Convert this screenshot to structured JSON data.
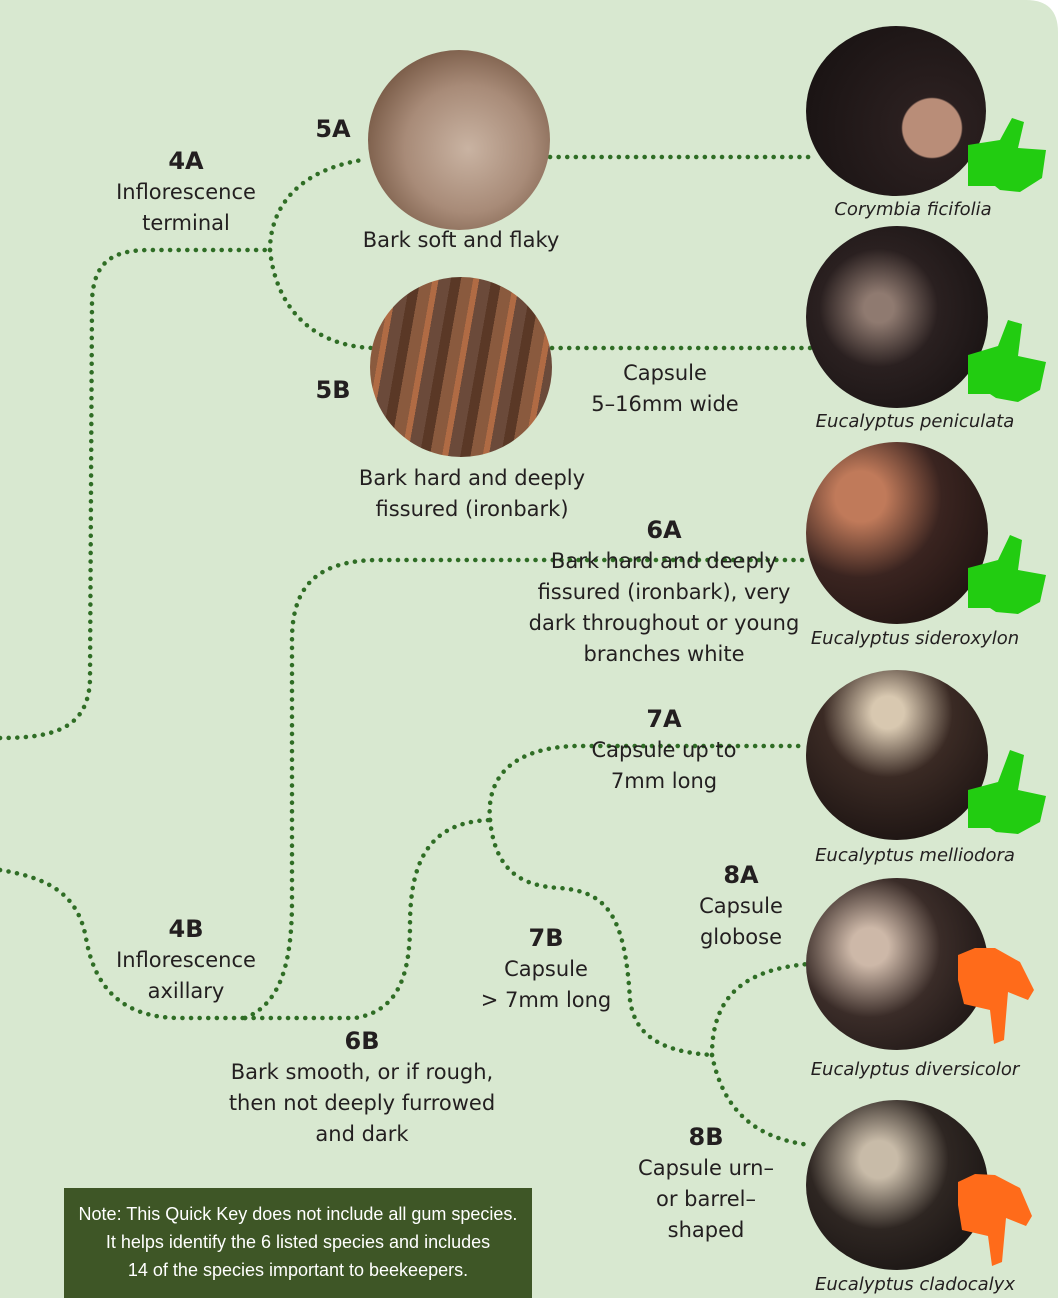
{
  "colors": {
    "background": "#d8e8d0",
    "path": "#2f6d25",
    "note_bg": "#3e5626",
    "thumb_green": "#22cc11",
    "thumb_orange": "#ff6b1a"
  },
  "nodes": {
    "n4A": {
      "code": "4A",
      "text": [
        "Inflorescence",
        "terminal"
      ]
    },
    "n4B": {
      "code": "4B",
      "text": [
        "Inflorescence",
        "axillary"
      ]
    },
    "n5A": {
      "code": "5A",
      "text": [
        "Bark soft and flaky"
      ]
    },
    "n5B": {
      "code": "5B",
      "text": [
        "Bark hard and deeply",
        "fissured (ironbark)"
      ]
    },
    "capsule5B": {
      "text": [
        "Capsule",
        "5–16mm wide"
      ]
    },
    "n6A": {
      "code": "6A",
      "text": [
        "Bark hard and deeply",
        "fissured (ironbark), very",
        "dark throughout or young",
        "branches white"
      ]
    },
    "n6B": {
      "code": "6B",
      "text": [
        "Bark smooth, or if rough,",
        "then not deeply furrowed",
        "and dark"
      ]
    },
    "n7A": {
      "code": "7A",
      "text": [
        "Capsule up to",
        "7mm long"
      ]
    },
    "n7B": {
      "code": "7B",
      "text": [
        "Capsule",
        "> 7mm long"
      ]
    },
    "n8A": {
      "code": "8A",
      "text": [
        "Capsule",
        "globose"
      ]
    },
    "n8B": {
      "code": "8B",
      "text": [
        "Capsule urn–",
        "or barrel–",
        "shaped"
      ]
    }
  },
  "species": [
    {
      "name": "Corymbia ficifolia",
      "thumb": "thumbs-up-icon"
    },
    {
      "name": "Eucalyptus peniculata",
      "thumb": "thumbs-up-icon"
    },
    {
      "name": "Eucalyptus sideroxylon",
      "thumb": "thumbs-up-icon"
    },
    {
      "name": "Eucalyptus melliodora",
      "thumb": "thumbs-up-icon"
    },
    {
      "name": "Eucalyptus diversicolor",
      "thumb": "thumbs-down-icon"
    },
    {
      "name": "Eucalyptus cladocalyx",
      "thumb": "thumbs-down-icon"
    }
  ],
  "note": {
    "lines": [
      "Note: This Quick Key does not include all gum species.",
      "It helps identify the 6 listed species and includes",
      "14 of the species important to beekeepers."
    ]
  }
}
